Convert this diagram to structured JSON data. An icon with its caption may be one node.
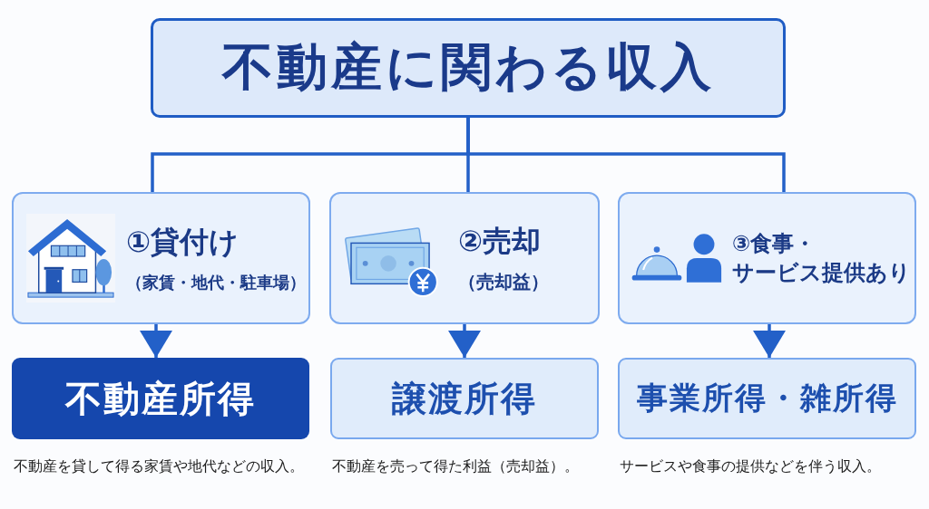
{
  "diagram": {
    "nodes": [
      {
        "text": [
          "不動産に関わる収入"
        ]
      },
      {
        "text": [
          "①貸付け",
          "（家賃・地代・駐車場）"
        ]
      },
      {
        "text": [
          "②売却",
          "（売却益）"
        ]
      },
      {
        "text": [
          "③食事・サービス提供あり"
        ]
      },
      {
        "text": [
          "不動産所得"
        ],
        "beside": [
          "不動産を貸して得る家賃や地代などの収入。"
        ]
      },
      {
        "text": [
          "譲渡所得"
        ],
        "beside": [
          "不動産を売って得た利益（売却益）。"
        ]
      },
      {
        "text": [
          "事業所得・雑所得"
        ],
        "beside": [
          "サービスや食事の提供などを伴う収入。"
        ]
      }
    ],
    "edges": [
      {
        "from": 0,
        "to": 1,
        "arrow": "none"
      },
      {
        "from": 0,
        "to": 2,
        "arrow": "none"
      },
      {
        "from": 0,
        "to": 3,
        "arrow": "none"
      },
      {
        "from": 1,
        "to": 4,
        "arrow": "to"
      },
      {
        "from": 2,
        "to": 5,
        "arrow": "to"
      },
      {
        "from": 3,
        "to": 6,
        "arrow": "to"
      }
    ]
  }
}
